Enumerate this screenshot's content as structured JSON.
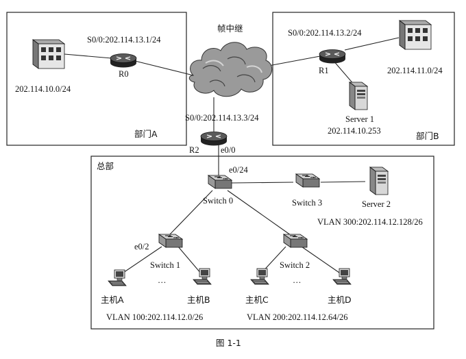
{
  "labels": {
    "frame_relay": "帧中继",
    "dept_a": "部门A",
    "dept_b": "部门B",
    "hq": "总部",
    "r0": "R0",
    "r1": "R1",
    "r2": "R2",
    "r0_iface": "S0/0:202.114.13.1/24",
    "r1_iface": "S0/0:202.114.13.2/24",
    "r2_iface": "S0/0:202.114.13.3/24",
    "r2_eth": "e0/0",
    "net_a": "202.114.10.0/24",
    "net_b": "202.114.11.0/24",
    "server1": "Server 1",
    "server1_ip": "202.114.10.253",
    "switch0": "Switch 0",
    "switch0_port": "e0/24",
    "switch1": "Switch 1",
    "switch1_port": "e0/2",
    "switch2": "Switch 2",
    "switch3": "Switch 3",
    "server2": "Server 2",
    "vlan300": "VLAN 300:202.114.12.128/26",
    "vlan100": "VLAN 100:202.114.12.0/26",
    "vlan200": "VLAN 200:202.114.12.64/26",
    "host_a": "主机A",
    "host_b": "主机B",
    "host_c": "主机C",
    "host_d": "主机D",
    "dots": "…",
    "figure_caption": "图 1-1"
  },
  "icons": {
    "router": "router-icon",
    "switch": "switch-icon",
    "server": "server-icon",
    "building": "building-icon",
    "pc": "pc-icon",
    "cloud": "cloud-icon"
  }
}
